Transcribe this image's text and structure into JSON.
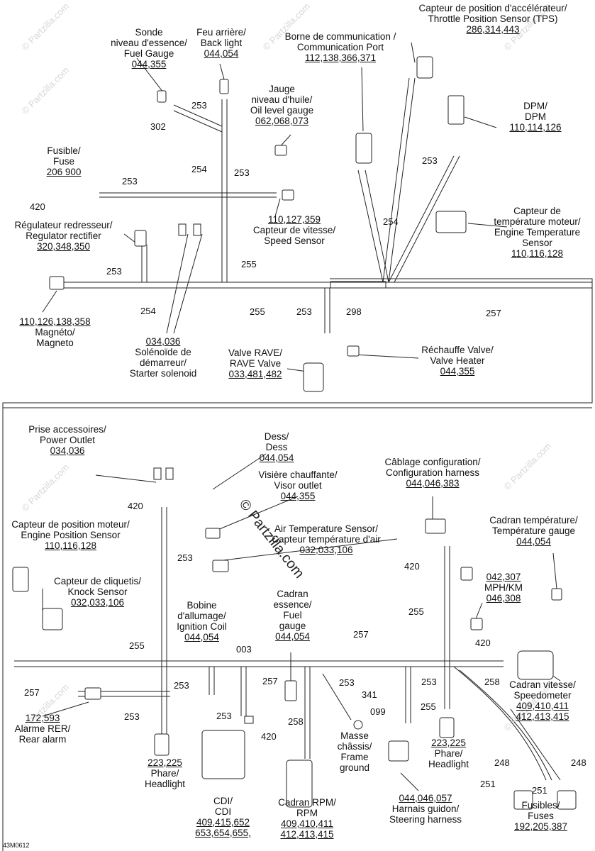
{
  "watermark": "© Partzilla.com",
  "figure_code": "43M0612",
  "labels": {
    "tps": {
      "fr": "Capteur de position d'accélérateur/",
      "en": "Throttle Position Sensor (TPS)",
      "ref": "286,314,443"
    },
    "fuel_sender": {
      "fr": "Sonde",
      "fr2": "niveau d'essence/",
      "en": "Fuel Gauge",
      "ref": "044,355"
    },
    "back_light": {
      "fr": "Feu arrière/",
      "en": "Back light",
      "ref": "044,054"
    },
    "comm_port": {
      "fr": "Borne de communication /",
      "en": "Communication Port",
      "ref": "112,138,366,371"
    },
    "oil_gauge": {
      "fr": "Jauge",
      "fr2": "niveau d'huile/",
      "en": "Oil level gauge",
      "ref": "062,068,073"
    },
    "dpm": {
      "fr": "DPM/",
      "en": "DPM",
      "ref": "110,114,126"
    },
    "fuse_top": {
      "fr": "Fusible/",
      "en": "Fuse",
      "ref": "206 900"
    },
    "speed_sensor": {
      "ref": "110,127,359",
      "fr": "Capteur de vitesse/",
      "en": "Speed Sensor"
    },
    "engine_temp": {
      "fr": "Capteur de",
      "fr2": "température moteur/",
      "en": "Engine Temperature",
      "en2": "Sensor",
      "ref": "110,116,128"
    },
    "regulator": {
      "fr": "Régulateur redresseur/",
      "en": "Regulator rectifier",
      "ref": "320,348,350"
    },
    "magneto": {
      "ref": "110,126,138,358",
      "fr": "Magnéto/",
      "en": "Magneto"
    },
    "starter": {
      "ref": "034,036",
      "fr": "Solénoïde de",
      "fr2": "démarreur/",
      "en": "Starter solenoid"
    },
    "rave": {
      "fr": "Valve RAVE/",
      "en": "RAVE Valve",
      "ref": "033,481,482"
    },
    "valve_heater": {
      "fr": "Réchauffe Valve/",
      "en": "Valve Heater",
      "ref": "044,355"
    },
    "power_outlet": {
      "fr": "Prise accessoires/",
      "en": "Power Outlet",
      "ref": "034,036"
    },
    "dess": {
      "fr": "Dess/",
      "en": "Dess",
      "ref": "044,054"
    },
    "visor": {
      "fr": "Visière chauffante/",
      "en": "Visor outlet",
      "ref": "044,355"
    },
    "config": {
      "fr": "Câblage configuration/",
      "en": "Configuration harness",
      "ref": "044,046,383"
    },
    "eps": {
      "fr": "Capteur de position moteur/",
      "en": "Engine Position Sensor",
      "ref": "110,116,128"
    },
    "air_temp": {
      "fr": "Air Temperature Sensor/",
      "en": "Capteur température d'air",
      "ref": "032,033,106"
    },
    "temp_gauge": {
      "fr": "Cadran température/",
      "en": "Température gauge",
      "ref": "044,054"
    },
    "knock": {
      "fr": "Capteur de cliquetis/",
      "en": "Knock Sensor",
      "ref": "032,033,106"
    },
    "mph": {
      "ref1": "042,307",
      "fr": "MPH/KM",
      "ref": "046,308"
    },
    "coil": {
      "fr": "Bobine",
      "fr2": "d'allumage/",
      "en": "Ignition Coil",
      "ref": "044,054"
    },
    "fuel_gauge": {
      "fr": "Cadran",
      "fr2": "essence/",
      "en": "Fuel",
      "en2": "gauge",
      "ref": "044,054"
    },
    "speedo": {
      "fr": "Cadran vitesse/",
      "en": "Speedometer",
      "ref": "409,410,411",
      "ref2": "412,413,415"
    },
    "rear_alarm": {
      "ref": "172,593",
      "fr": "Alarme RER/",
      "en": "Rear alarm"
    },
    "headlight_l": {
      "ref": "223,225",
      "fr": "Phare/",
      "en": "Headlight"
    },
    "headlight_r": {
      "ref": "223,225",
      "fr": "Phare/",
      "en": "Headlight"
    },
    "frame_ground": {
      "fr": "Masse",
      "fr2": "châssis/",
      "en": "Frame",
      "en2": "ground"
    },
    "cdi": {
      "fr": "CDI/",
      "en": "CDI",
      "ref": "409,415,652",
      "ref2": "653,654,655,"
    },
    "rpm": {
      "fr": "Cadran RPM/",
      "en": "RPM",
      "ref": "409,410,411",
      "ref2": "412,413,415"
    },
    "steering": {
      "ref": "044,046,057",
      "fr": "Harnais guidon/",
      "en": "Steering harness"
    },
    "fuses": {
      "fr": "Fusibles/",
      "en": "Fuses",
      "ref": "192,205,387"
    }
  },
  "callouts": {
    "c302": "302",
    "c253a": "253",
    "c254a": "254",
    "c253b": "253",
    "c253c": "253",
    "c420a": "420",
    "c253d": "253",
    "c254b": "254",
    "c255a": "255",
    "c254c": "254",
    "c255b": "255",
    "c253e": "253",
    "c298": "298",
    "c257a": "257",
    "c420b": "420",
    "c253f": "253",
    "c420c": "420",
    "c255c": "255",
    "c255d": "255",
    "c003": "003",
    "c257b": "257",
    "c420d": "420",
    "c257c": "257",
    "c253g": "253",
    "c253h": "253",
    "c257d": "257",
    "c253i": "253",
    "c253j": "253",
    "c341": "341",
    "c099": "099",
    "c258a": "258",
    "c420e": "420",
    "c255e": "255",
    "c253k": "253",
    "c258b": "258",
    "c248a": "248",
    "c248b": "248",
    "c251a": "251",
    "c251b": "251"
  }
}
